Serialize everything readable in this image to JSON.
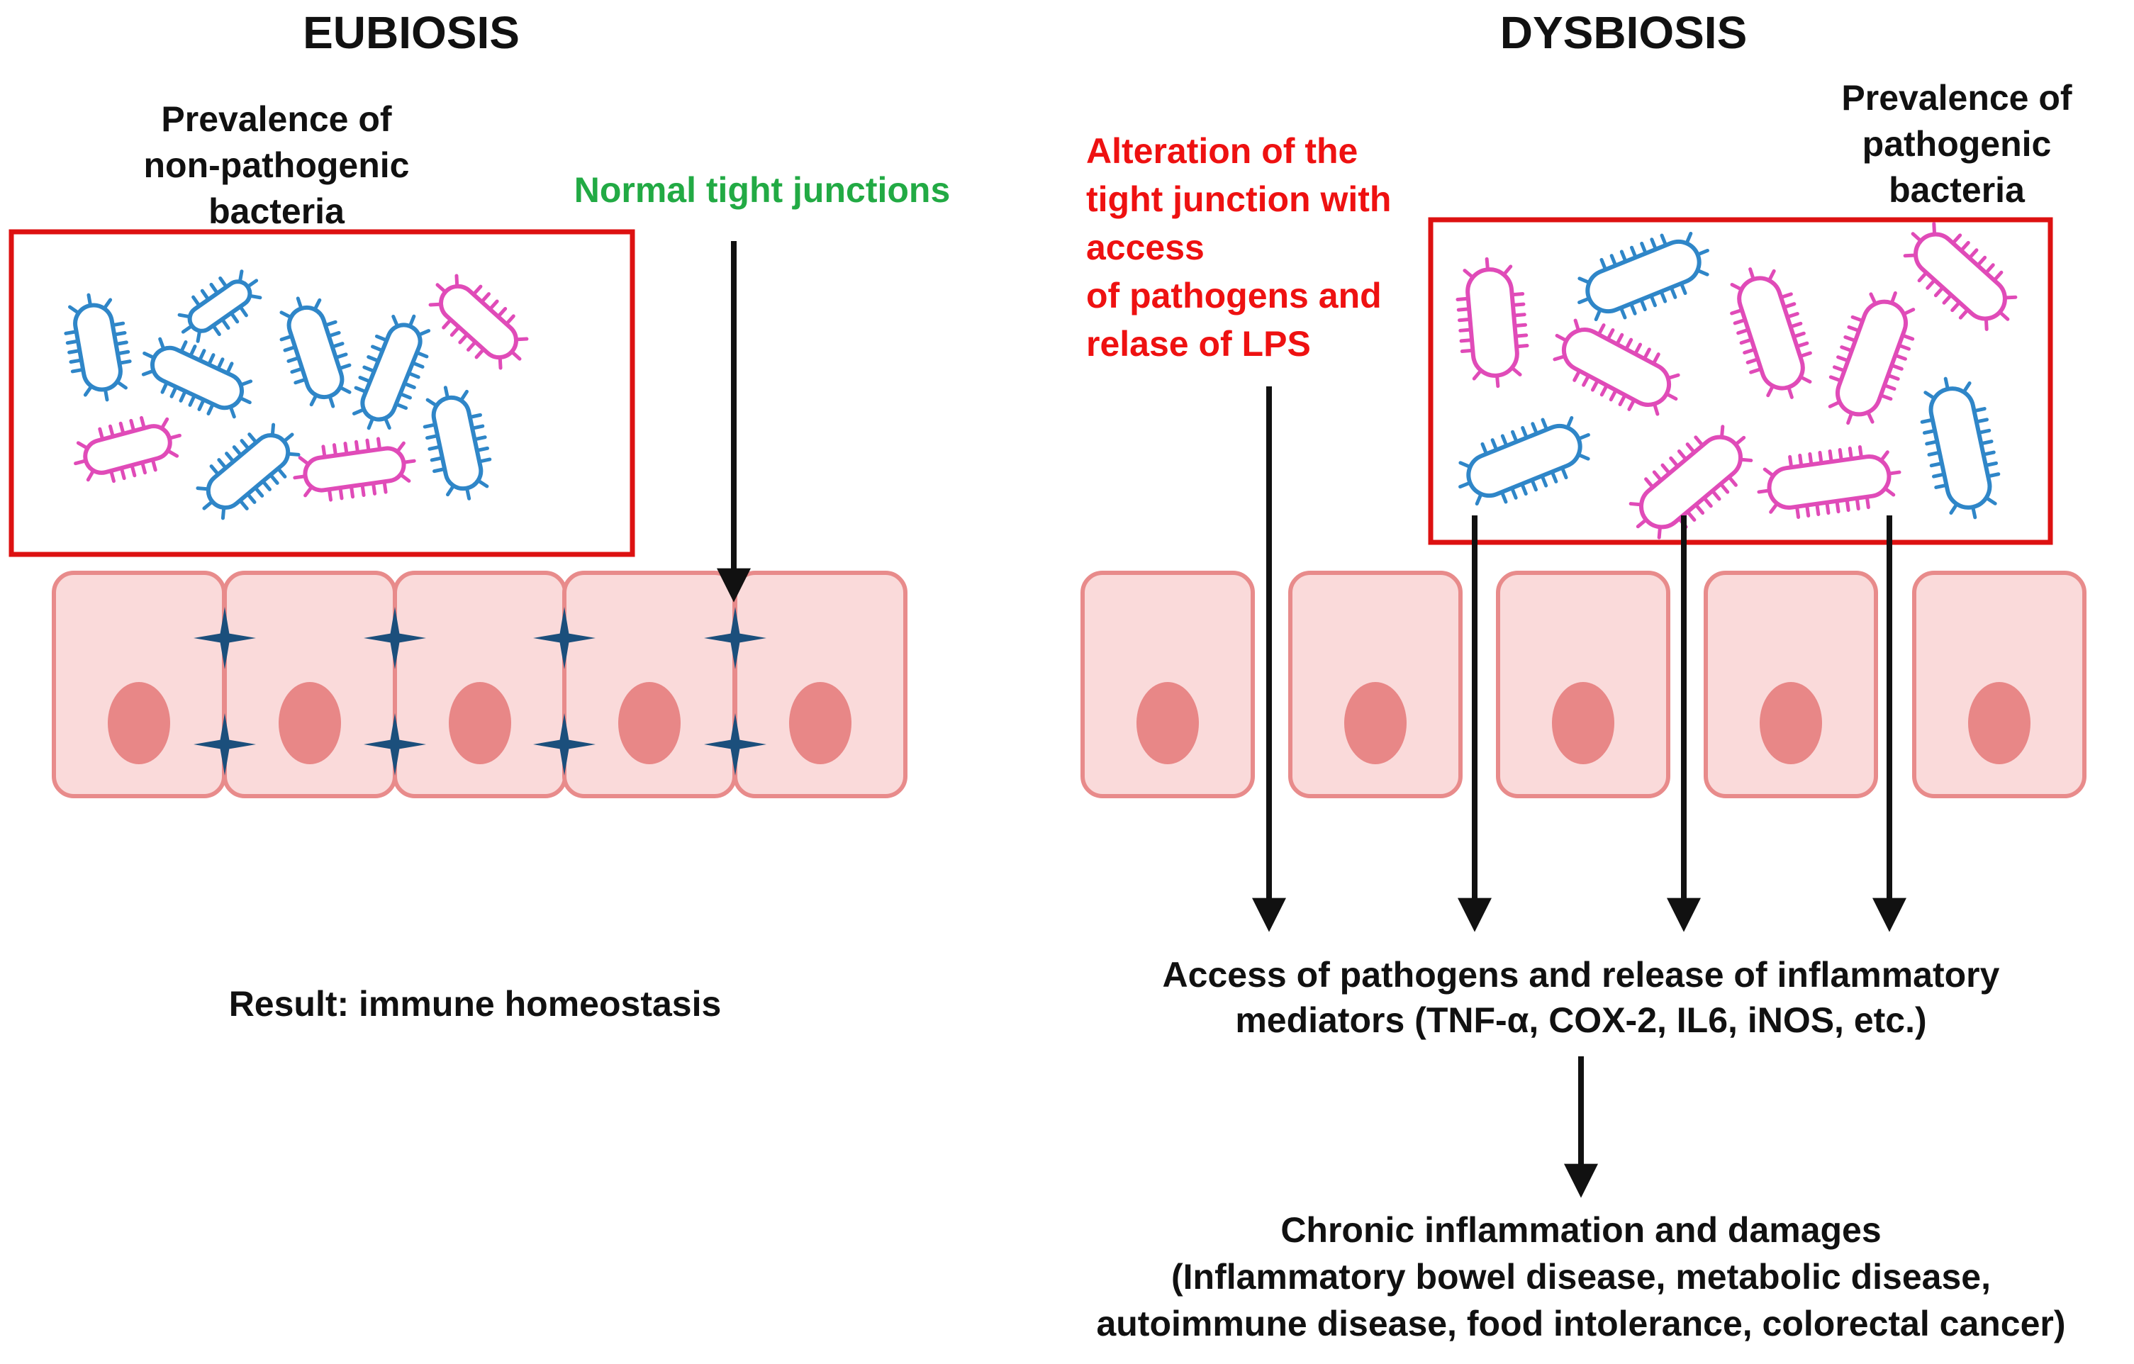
{
  "eubiosis": {
    "title": "EUBIOSIS",
    "bacteria_label": [
      "Prevalence of",
      "non-pathogenic",
      "bacteria"
    ],
    "junction_label": "Normal tight junctions",
    "result": "Result: immune homeostasis"
  },
  "dysbiosis": {
    "title": "DYSBIOSIS",
    "bacteria_label": [
      "Prevalence of",
      "pathogenic",
      "bacteria"
    ],
    "alteration_label": [
      "Alteration of the",
      "tight junction with",
      "access",
      "of pathogens and",
      "relase of LPS"
    ],
    "outcome": [
      "Access of pathogens and release of inflammatory",
      "mediators (TNF-α, COX-2, IL6, iNOS, etc.)"
    ],
    "final": [
      "Chronic inflammation and damages",
      "(Inflammatory bowel disease, metabolic disease,",
      "autoimmune disease, food intolerance, colorectal cancer)"
    ]
  },
  "colors": {
    "frame": "#dd1111",
    "cell_fill": "#fadada",
    "cell_stroke": "#e88b8b",
    "nucleus": "#e88787",
    "junction": "#1b4f7c",
    "commensal": "#2f86c8",
    "pathogen": "#e04bb8",
    "green_text": "#22aa44",
    "red_text": "#ee1111",
    "arrow": "#111111"
  }
}
